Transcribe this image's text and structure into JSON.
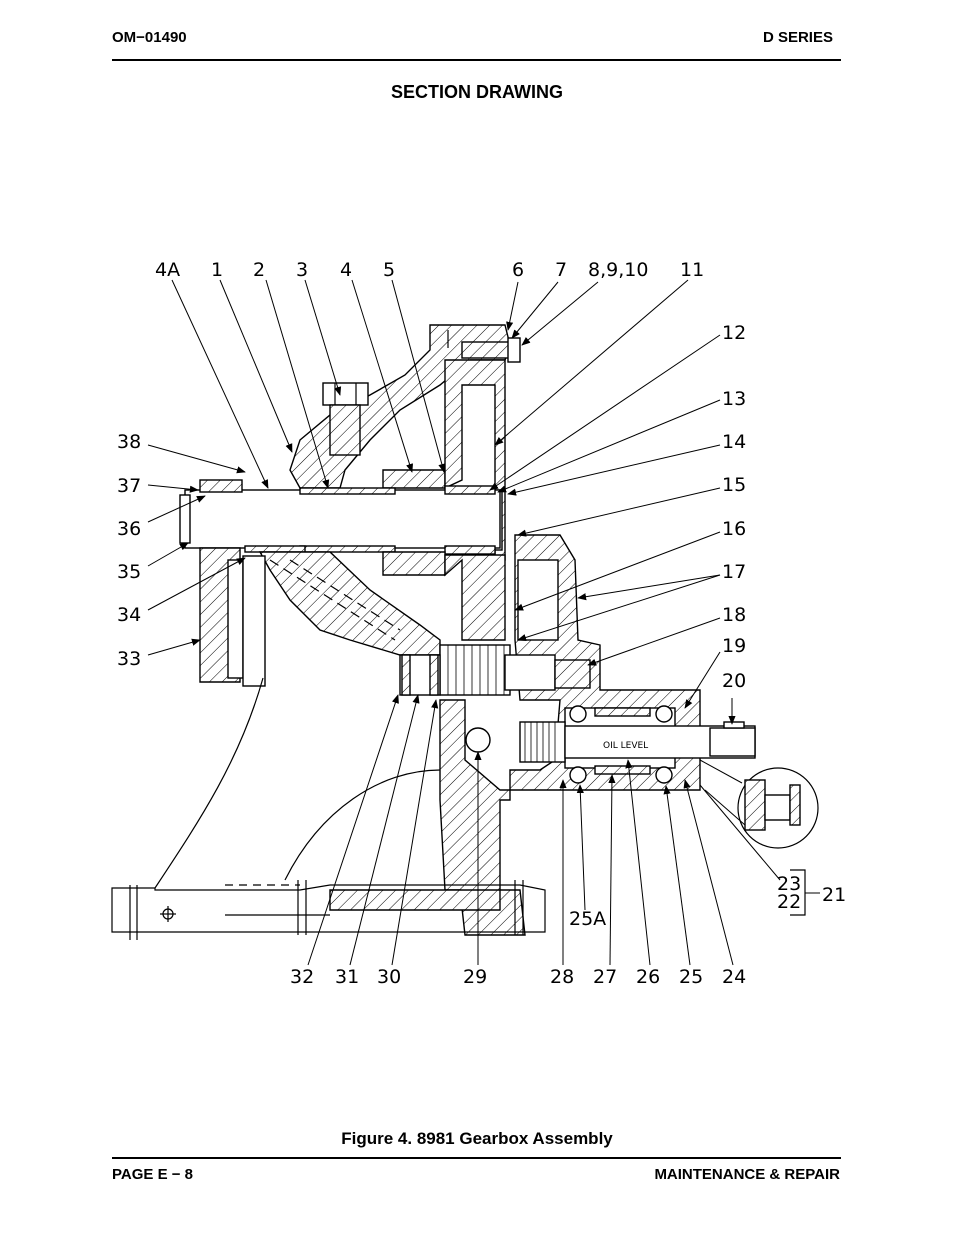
{
  "header": {
    "doc_number": "OM−01490",
    "series": "D SERIES"
  },
  "section_title": "SECTION DRAWING",
  "callouts": {
    "c4a": "4A",
    "c1": "1",
    "c2": "2",
    "c3": "3",
    "c4": "4",
    "c5": "5",
    "c6": "6",
    "c7": "7",
    "c8": "8,9,10",
    "c11": "11",
    "c12": "12",
    "c13": "13",
    "c14": "14",
    "c15": "15",
    "c16": "16",
    "c17": "17",
    "c18": "18",
    "c19": "19",
    "c20": "20",
    "c23": "23",
    "c22": "22",
    "c21": "21",
    "c38": "38",
    "c37": "37",
    "c36": "36",
    "c35": "35",
    "c34": "34",
    "c33": "33",
    "c32": "32",
    "c31": "31",
    "c30": "30",
    "c29": "29",
    "c28": "28",
    "c27": "27",
    "c26": "26",
    "c25": "25",
    "c24": "24",
    "c25a": "25A"
  },
  "oil_level_label": "OIL LEVEL",
  "figure_caption": "Figure 4.  8981 Gearbox Assembly",
  "footer": {
    "page": "PAGE E − 8",
    "section": "MAINTENANCE & REPAIR"
  }
}
